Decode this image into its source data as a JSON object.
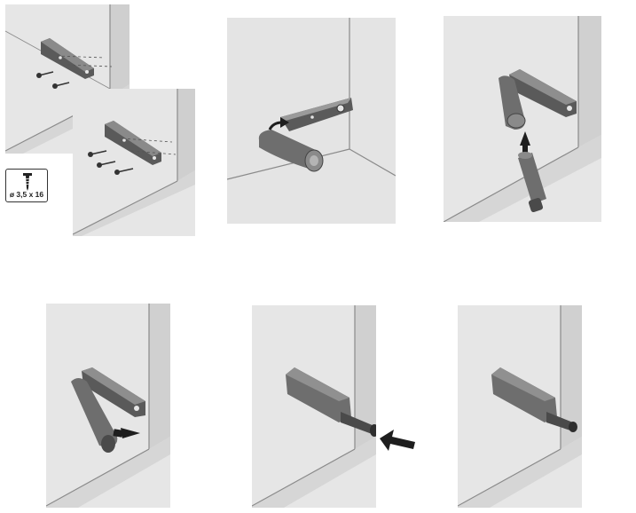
{
  "screw_spec": {
    "label": "ø 3,5 x 16",
    "icon": "screw-icon"
  },
  "steps": [
    {
      "name": "step-1-mount-bracket-screws",
      "icon": "bracket-with-screws"
    },
    {
      "name": "step-2-attach-arm-corner",
      "icon": "bracket-arm"
    },
    {
      "name": "step-3-insert-plunger",
      "icon": "plunger-insert"
    },
    {
      "name": "step-4-push-arm-closed",
      "icon": "arm-rotate"
    },
    {
      "name": "step-5-press-plunger",
      "icon": "press-arrow"
    },
    {
      "name": "step-6-installed",
      "icon": "installed-unit"
    }
  ],
  "colors": {
    "panel_bg": "#e4e4e4",
    "wall": "#ececec",
    "wall_edge": "#8a8a8a",
    "part_dark": "#5a5a5a",
    "part_mid": "#7b7b7b",
    "part_light": "#9a9a9a",
    "arrow": "#1e1e1e"
  }
}
